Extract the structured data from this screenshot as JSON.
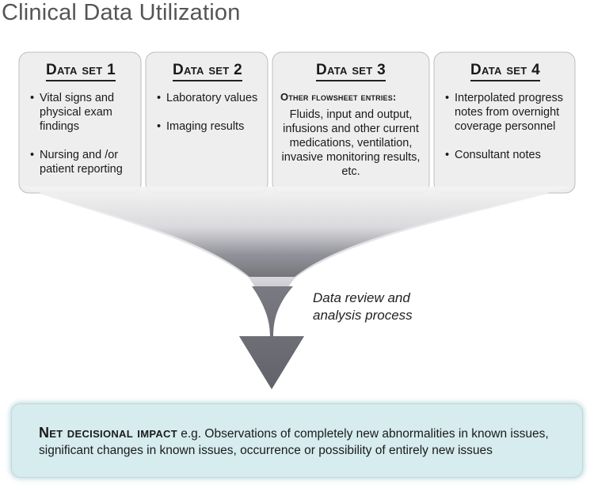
{
  "title": "Clinical Data Utilization",
  "datasets": [
    {
      "heading": "Data set 1",
      "items": [
        "Vital signs and physical exam findings",
        "Nursing and /or patient reporting"
      ]
    },
    {
      "heading": "Data set 2",
      "items": [
        "Laboratory values",
        "Imaging results"
      ]
    },
    {
      "heading": "Data set 3",
      "subheading": "Other flowsheet entries:",
      "paragraph": "Fluids, input and output, infusions and other current medications, ventilation, invasive monitoring results, etc."
    },
    {
      "heading": "Data set 4",
      "items": [
        "Interpolated progress notes from overnight coverage personnel",
        "Consultant notes"
      ]
    }
  ],
  "process_label": "Data review and analysis process",
  "impact": {
    "heading": "Net decisional impact",
    "text": " e.g. Observations of completely new abnormalities in known issues, significant changes in known issues, occurrence or possibility of entirely new issues"
  },
  "colors": {
    "card": "#eeeeee",
    "funnel_dark": "#6d6d75",
    "impact_bg": "#d6ecef"
  }
}
